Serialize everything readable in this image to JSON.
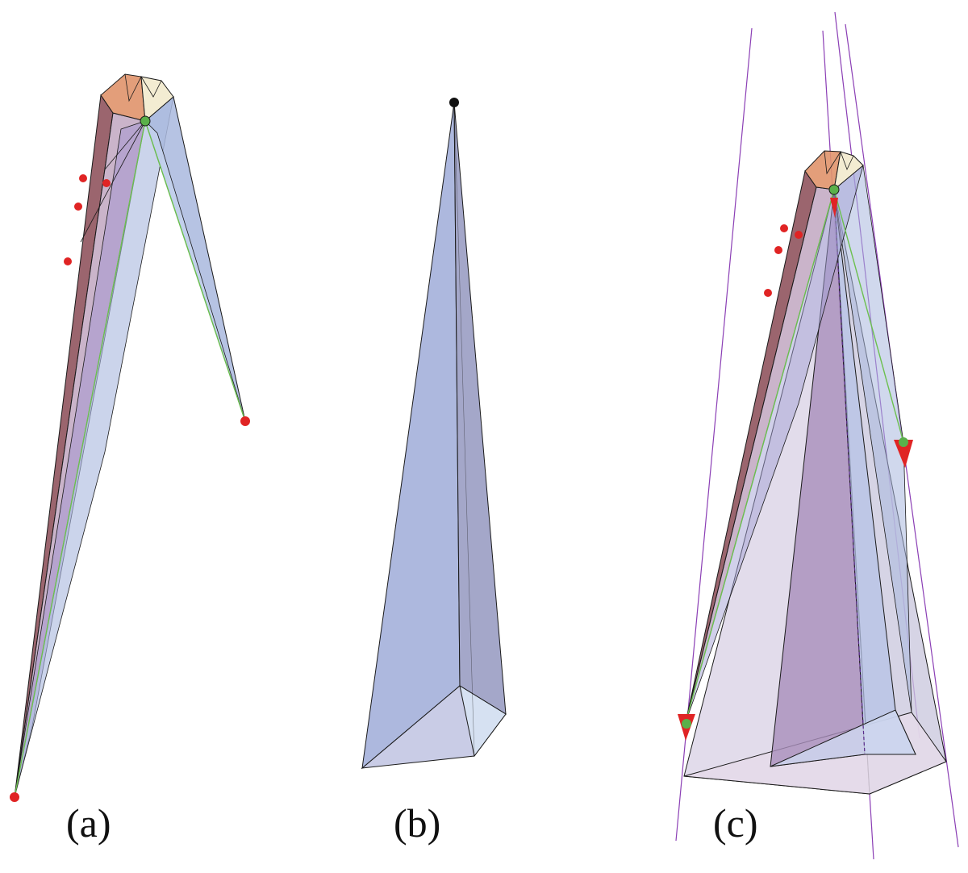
{
  "panels": [
    {
      "label": "(a)"
    },
    {
      "label": "(b)"
    },
    {
      "label": "(c)"
    }
  ],
  "colors": {
    "maroon": "#8a4a55",
    "mauve": "#b7a1c6",
    "blue": "#a9b8de",
    "lightblue": "#d2dcf0",
    "lavender": "#d6cde2",
    "orange": "#e0946c",
    "cream": "#f3ecd2",
    "red_point": "#e02424",
    "green_point": "#5ab04a",
    "purple_line": "#8b3fb5",
    "green_line": "#6cc04f",
    "edge": "#1a1a1a"
  }
}
